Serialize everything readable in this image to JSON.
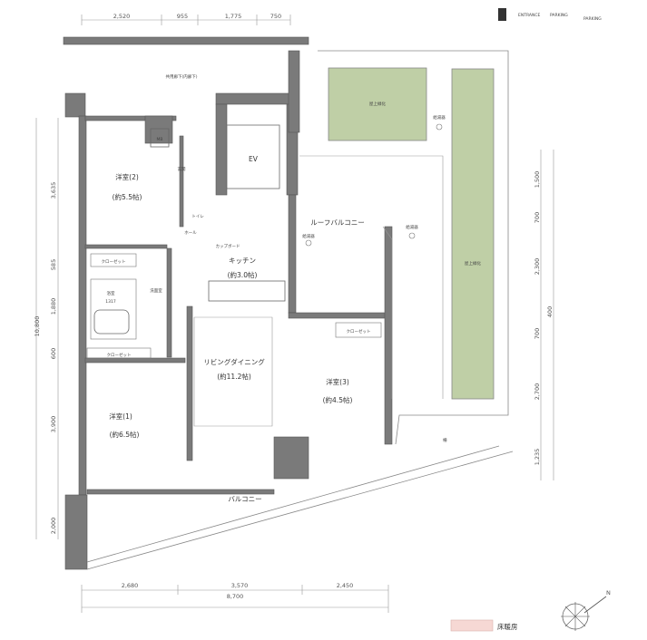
{
  "header": {
    "badge_icon": "entrance-badge-icon",
    "entrance_text": "ENTRANCE",
    "parking_text": "PARKING",
    "parking_text2": "PARKING"
  },
  "dimensions": {
    "top": [
      "2,520",
      "955",
      "1,775",
      "750"
    ],
    "bottom_segments": [
      "2,680",
      "3,570",
      "2,450"
    ],
    "bottom_total": "8,700",
    "left_total": "10,800",
    "left": [
      "3,635",
      "585",
      "1,880",
      "600",
      "3,900",
      "2,000"
    ],
    "right": [
      "1,500",
      "700",
      "2,300",
      "400",
      "700",
      "2,700",
      "1,235"
    ]
  },
  "rooms": {
    "corridor": "共用廊下(内廊下)",
    "western2_name": "洋室(2)",
    "western2_size": "(約5.5帖)",
    "mb": "MB",
    "entrance": "玄関",
    "ev": "EV",
    "toilet": "トイレ",
    "hall": "ホール",
    "cupboard": "カップボード",
    "kitchen_name": "キッチン",
    "kitchen_size": "(約3.0帖)",
    "bath_name": "浴室",
    "bath_size": "1317",
    "washroom": "洗面室",
    "roof_balcony": "ルーフバルコニー",
    "living_name": "リビングダイニング",
    "living_size": "(約11.2帖)",
    "western3_name": "洋室(3)",
    "western3_size": "(約4.5帖)",
    "western1_name": "洋室(1)",
    "western1_size": "(約6.5帖)",
    "balcony": "バルコニー",
    "closet": "クローゼット",
    "garden_top": "屋上緑化",
    "garden_side": "屋上緑化",
    "ac_unit": "給湯器",
    "fence": "柵"
  },
  "legend": {
    "floor_heating": "床暖房",
    "floor_heating_color": "#f6d8d4",
    "compass_icon": "compass-north-icon",
    "compass_label": "N"
  }
}
